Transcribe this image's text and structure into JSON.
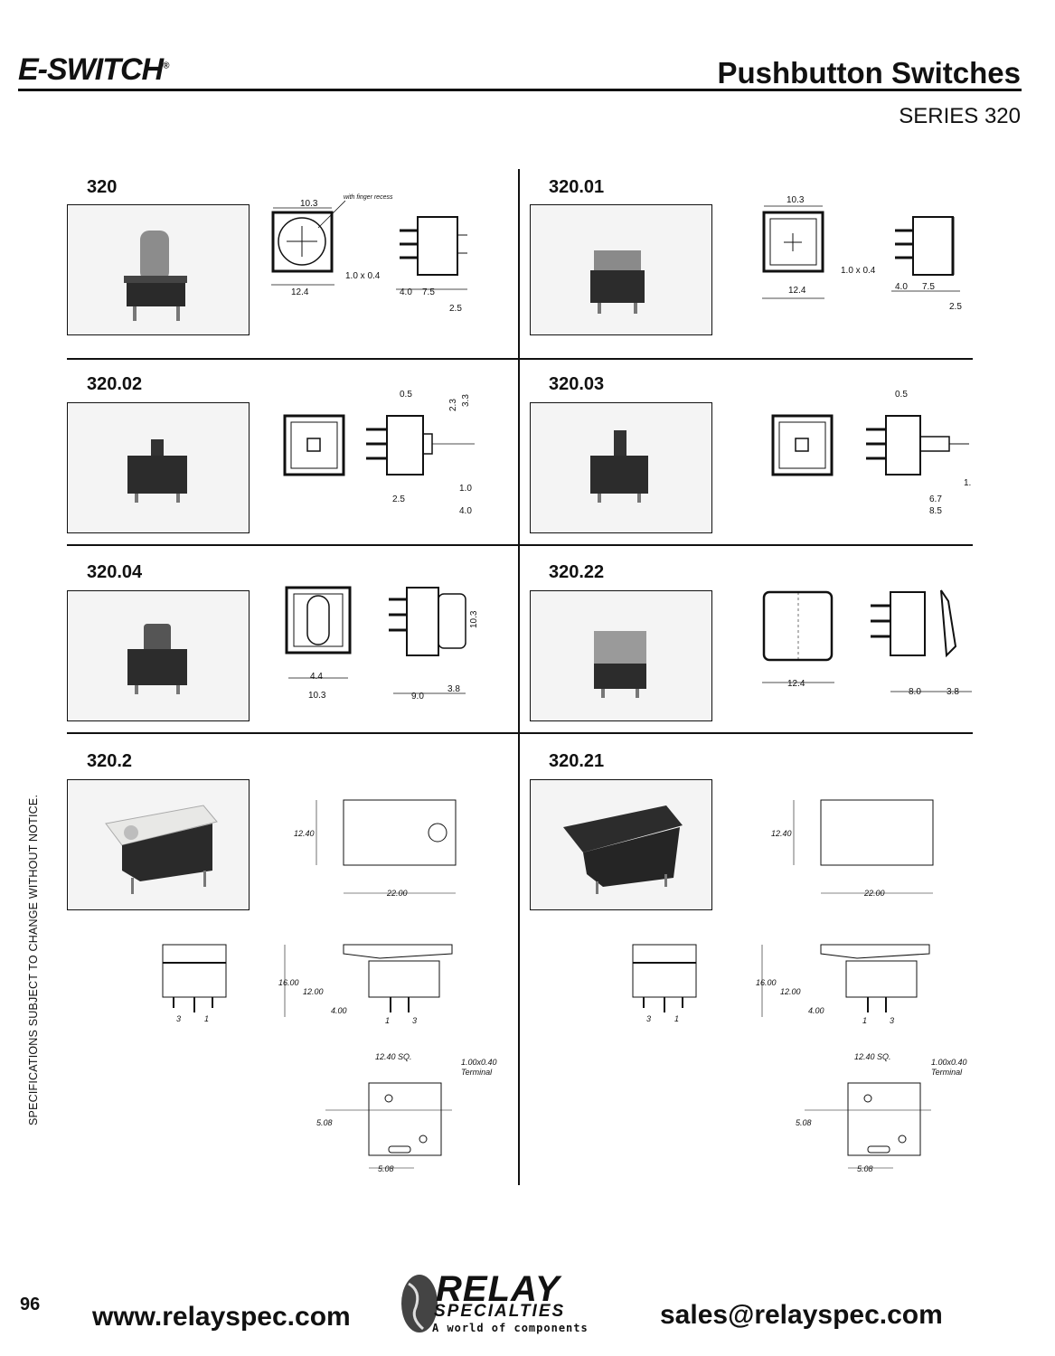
{
  "header": {
    "brand": "E-SWITCH",
    "brand_mark": "®",
    "title": "Pushbutton Switches",
    "series": "SERIES 320"
  },
  "models": [
    {
      "label": "320"
    },
    {
      "label": "320.01"
    },
    {
      "label": "320.02"
    },
    {
      "label": "320.03"
    },
    {
      "label": "320.04"
    },
    {
      "label": "320.22"
    },
    {
      "label": "320.2"
    },
    {
      "label": "320.21"
    }
  ],
  "dimensions": {
    "m320": {
      "a": "10.3",
      "b": "12.4",
      "c": "1.0 x 0.4",
      "d": "4.0",
      "e": "7.5",
      "f": "2.5",
      "note": "with finger recess"
    },
    "m32001": {
      "a": "10.3",
      "b": "12.4",
      "c": "1.0 x 0.4",
      "d": "4.0",
      "e": "7.5",
      "f": "2.5"
    },
    "m32002": {
      "a": "0.5",
      "b": "2.3",
      "c": "3.3",
      "d": "1.0",
      "e": "2.5",
      "f": "4.0"
    },
    "m32003": {
      "a": "0.5",
      "b": "6.7",
      "c": "8.5",
      "d": "1."
    },
    "m32004": {
      "a": "4.4",
      "b": "10.3",
      "c": "10.3",
      "d": "9.0",
      "e": "3.8"
    },
    "m32022": {
      "a": "12.4",
      "b": "8.0",
      "c": "3.8"
    },
    "m3202": {
      "h": "12.40",
      "w": "22.00",
      "t": "16.00",
      "u": "12.00",
      "v": "4.00",
      "p1": "3",
      "p2": "1",
      "p3": "1",
      "p4": "3",
      "sq": "12.40 SQ.",
      "term1": "1.00x0.40",
      "term2": "Terminal",
      "s1": "5.08",
      "s2": "5.08"
    },
    "m32021": {
      "h": "12.40",
      "w": "22.00",
      "t": "16.00",
      "u": "12.00",
      "v": "4.00",
      "p1": "3",
      "p2": "1",
      "p3": "1",
      "p4": "3",
      "sq": "12.40 SQ.",
      "term1": "1.00x0.40",
      "term2": "Terminal",
      "s1": "5.08",
      "s2": "5.08"
    }
  },
  "side_note": "SPECIFICATIONS SUBJECT TO CHANGE WITHOUT NOTICE.",
  "footer": {
    "page_number": "96",
    "website": "www.relayspec.com",
    "email": "sales@relayspec.com",
    "logo_line1": "RELAY",
    "logo_line2": "SPECIALTIES",
    "logo_line3": "A world of components"
  }
}
